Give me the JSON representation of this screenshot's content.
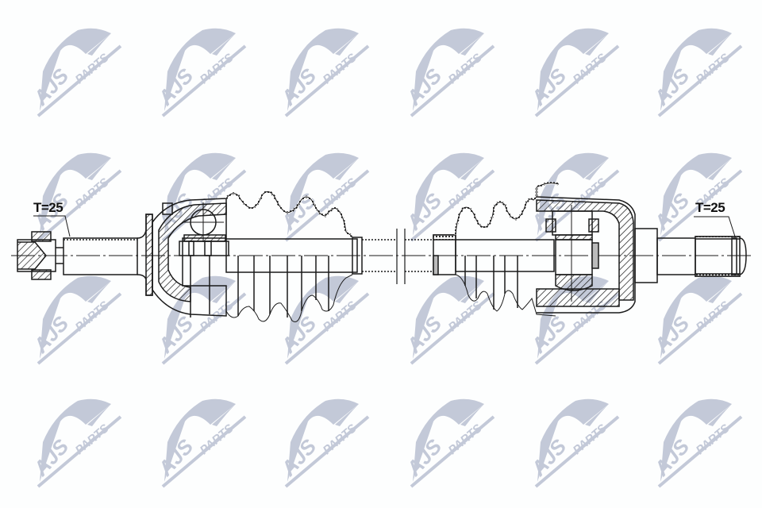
{
  "watermark": {
    "brand": "AJS",
    "sub": "PARTS",
    "color": "#c3c9d8",
    "grid": {
      "cols": [
        28,
        185,
        340,
        498,
        655,
        810
      ],
      "rows": [
        28,
        185,
        340,
        495
      ]
    }
  },
  "drawing": {
    "subject": "drive-shaft",
    "line_color": "#1a1a1a",
    "left_spline_label": "T=25",
    "right_spline_label": "T=25"
  }
}
